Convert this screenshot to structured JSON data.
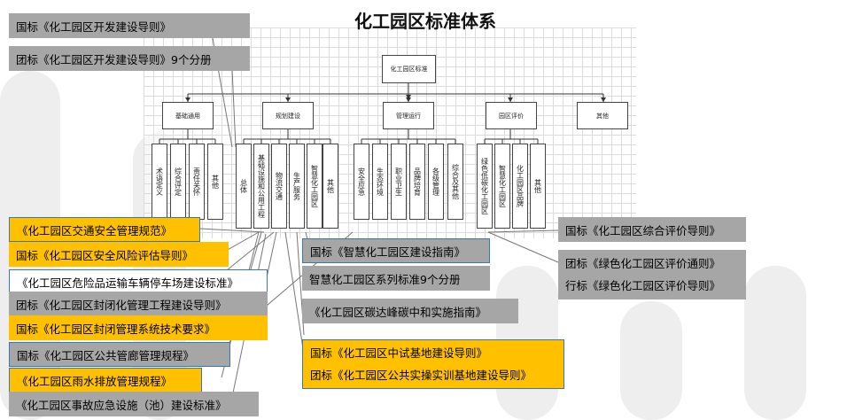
{
  "title": "化工园区标准体系",
  "root": "化工园区标准",
  "categories": [
    {
      "label": "基础通用",
      "leaves": [
        "术语定义",
        "综合评定",
        "责任关怀",
        "其他"
      ]
    },
    {
      "label": "规划建设",
      "leaves": [
        "总体",
        "基础设施和公用工程",
        "物流交通",
        "生产服务",
        "智慧化工园区",
        "其他"
      ]
    },
    {
      "label": "管理运行",
      "leaves": [
        "安全应急",
        "生态环境",
        "职业卫生",
        "品牌培育",
        "各级管理",
        "综合及其他"
      ]
    },
    {
      "label": "园区评价",
      "leaves": [
        "绿色低碳化工园区",
        "智慧化工园区",
        "化工园区品牌",
        "其他"
      ]
    },
    {
      "label": "其他",
      "leaves": []
    }
  ],
  "labels": {
    "l1": "国标《化工园区开发建设导则》",
    "l2": "团标《化工园区开发建设导则》9个分册",
    "l3": "《化工园区交通安全管理规范》",
    "l4": "国标《化工园区安全风险评估导则》",
    "l5": "《化工园区危险品运输车辆停车场建设标准》",
    "l6": "团标《化工园区封闭化管理工程建设导则》",
    "l7": "国标《化工园区封闭管理系统技术要求》",
    "l8": "国标《化工园区公共管廊管理规程》",
    "l9": "《化工园区雨水排放管理规程》",
    "l10": "《化工园区事故应急设施（池）建设标准》",
    "l11": "国标《智慧化工园区建设指南》",
    "l12": "智慧化工园区系列标准9个分册",
    "l13": "《化工园区碳达峰碳中和实施指南》",
    "l14a": "国标《化工园区中试基地建设导则》",
    "l14b": "团标《化工园区公共实操实训基地建设导则》",
    "l15": "国标《化工园区综合评价导则》",
    "l16a": "团标《绿色化工园区评价通则》",
    "l16b": "行标《绿色化工园区评价导则》"
  },
  "colors": {
    "gray": "#a6a6a6",
    "yellow": "#ffc000",
    "border": "#3a78b5"
  }
}
